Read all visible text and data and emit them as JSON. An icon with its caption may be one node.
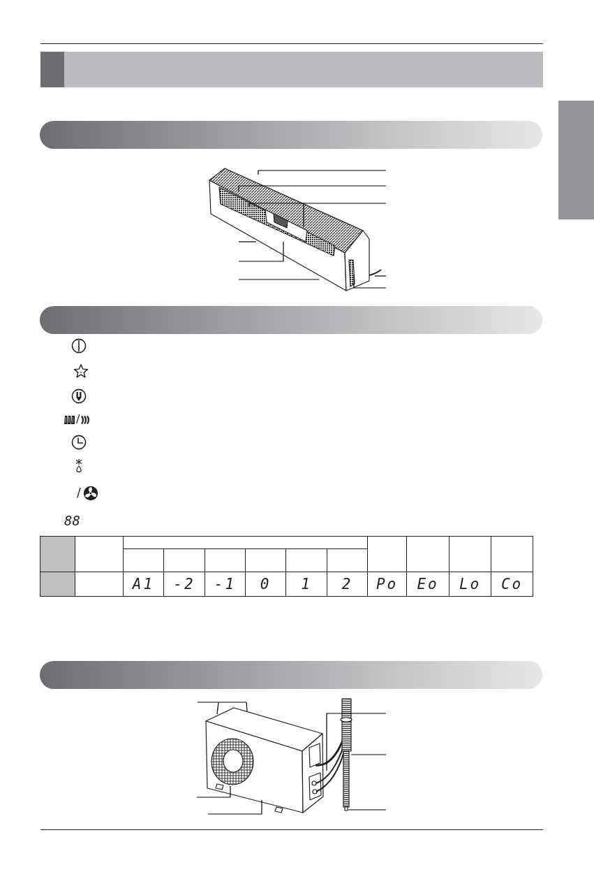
{
  "diagram": {
    "nodes": [
      {
        "text": [],
        "shape": "bar"
      },
      {
        "text": [],
        "shape": "bar"
      },
      {
        "text": [],
        "shape": "bar"
      },
      {
        "text": [],
        "shape": "bar"
      },
      {
        "text": [],
        "shape": "bar"
      }
    ],
    "labels": [
      "/",
      "/",
      "88",
      "A1",
      "-2",
      "-1",
      "0",
      "1",
      "2",
      "Po",
      "Eo",
      "Lo",
      "Co"
    ]
  }
}
